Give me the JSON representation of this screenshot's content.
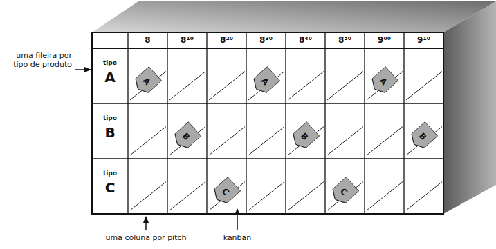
{
  "diagram": {
    "nodes": [
      {
        "text": [
          "A"
        ]
      },
      {
        "text": [
          "A"
        ]
      },
      {
        "text": [
          "A"
        ]
      },
      {
        "text": [
          "B"
        ]
      },
      {
        "text": [
          "B"
        ]
      },
      {
        "text": [
          "B"
        ]
      },
      {
        "text": [
          "C"
        ]
      },
      {
        "text": [
          "C"
        ]
      }
    ],
    "labels": [
      "uma fileira por tipo de produto",
      "8",
      "8¹⁰",
      "8²⁰",
      "8³⁰",
      "8⁴⁰",
      "8⁵⁰",
      "9⁰⁰",
      "9¹⁰",
      "tipo",
      "A",
      "tipo",
      "B",
      "tipo",
      "C",
      "uma coluna por pitch",
      "kanban"
    ]
  }
}
